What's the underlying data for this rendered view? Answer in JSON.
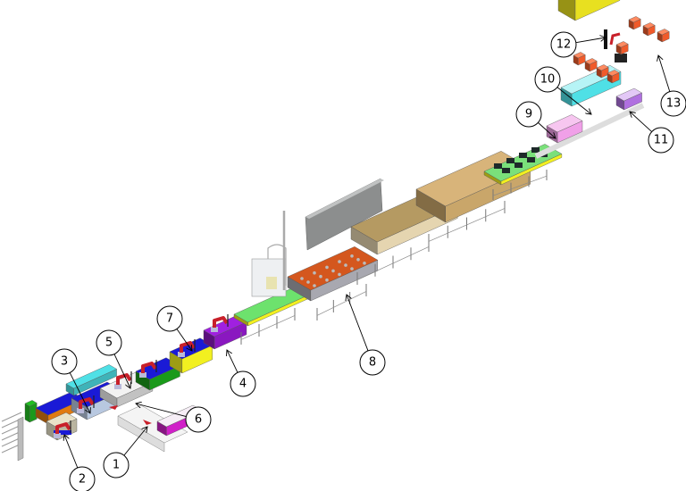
{
  "diagram": {
    "type": "production-line-layout",
    "callouts": [
      {
        "label": "1"
      },
      {
        "label": "2"
      },
      {
        "label": "3"
      },
      {
        "label": "4"
      },
      {
        "label": "5"
      },
      {
        "label": "6"
      },
      {
        "label": "7"
      },
      {
        "label": "8"
      },
      {
        "label": "9"
      },
      {
        "label": "10"
      },
      {
        "label": "11"
      },
      {
        "label": "12"
      },
      {
        "label": "13"
      }
    ],
    "colors": {
      "blue": "#1a1ad6",
      "orange": "#e07a10",
      "cyan": "#4fe0e6",
      "green": "#1a9a1a",
      "yellow": "#f2f020",
      "purple": "#a020e0",
      "magenta": "#d020c8",
      "conveyor_green": "#6de26d",
      "press_orange": "#d4571e",
      "oven_beige": "#d8b47a",
      "robot_red": "#c8202a",
      "pink": "#f0a0e8",
      "gray_wall": "#9a9c9c",
      "box_orange": "#f05a2a"
    }
  }
}
